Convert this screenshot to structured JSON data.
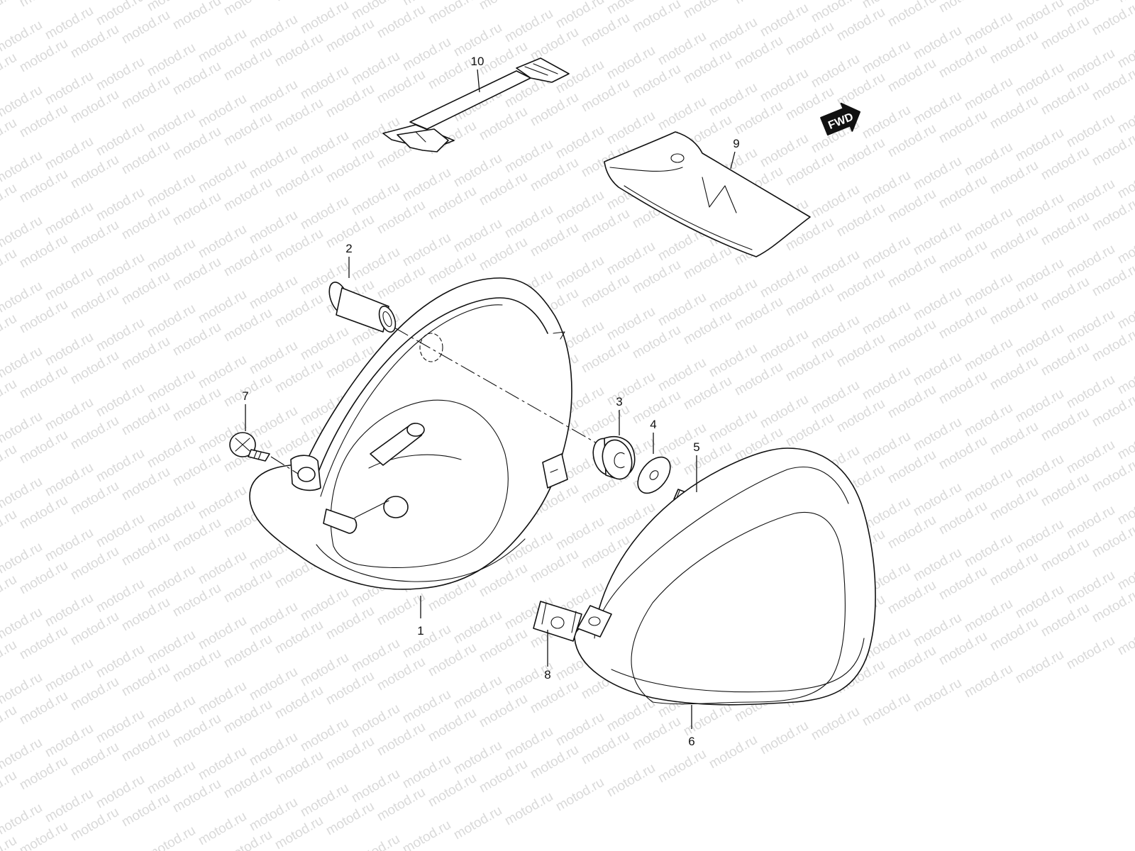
{
  "watermark": {
    "text": "motod.ru",
    "color": "#d9d9d9"
  },
  "fwd_badge": {
    "text": "FWD",
    "icon": "forward-direction-arrow-icon"
  },
  "callouts": [
    {
      "id": "1",
      "label": "1",
      "part": "headlamp-housing"
    },
    {
      "id": "2",
      "label": "2",
      "part": "mounting-collar"
    },
    {
      "id": "3",
      "label": "3",
      "part": "rubber-cushion"
    },
    {
      "id": "4",
      "label": "4",
      "part": "washer"
    },
    {
      "id": "5",
      "label": "5",
      "part": "bolt"
    },
    {
      "id": "6",
      "label": "6",
      "part": "lens-cover"
    },
    {
      "id": "7",
      "label": "7",
      "part": "screw"
    },
    {
      "id": "8",
      "label": "8",
      "part": "clip-nut"
    },
    {
      "id": "9",
      "label": "9",
      "part": "seal-pad"
    },
    {
      "id": "10",
      "label": "10",
      "part": "band-strap"
    }
  ]
}
